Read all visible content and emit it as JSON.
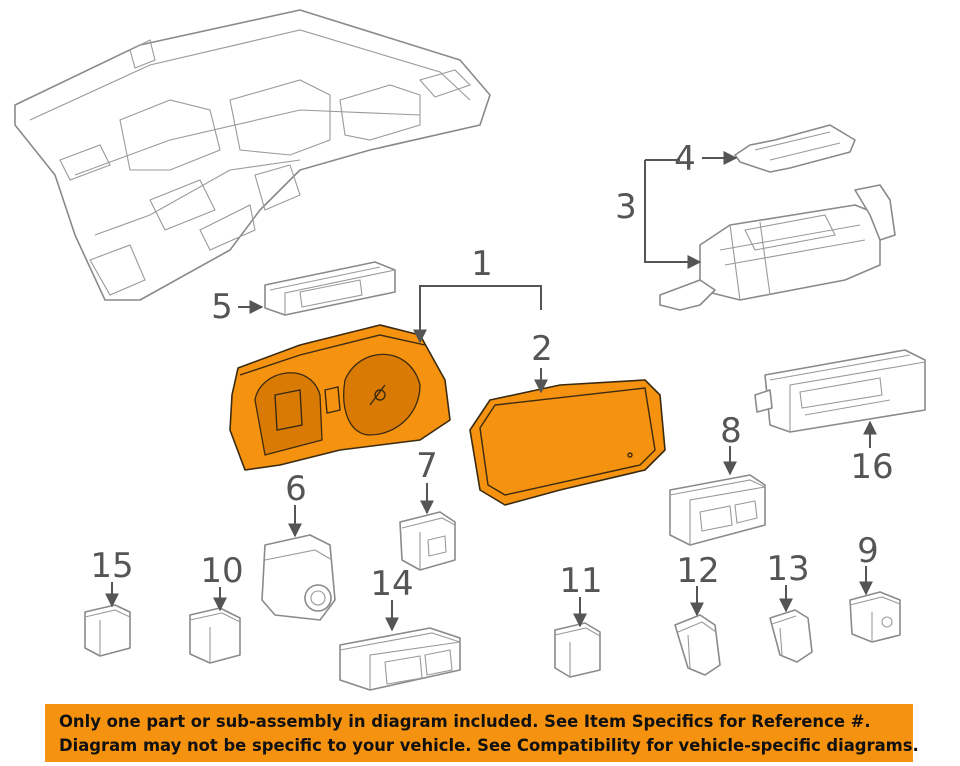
{
  "callouts": {
    "c1": "1",
    "c2": "2",
    "c3": "3",
    "c4": "4",
    "c5": "5",
    "c6": "6",
    "c7": "7",
    "c8": "8",
    "c9": "9",
    "c10": "10",
    "c11": "11",
    "c12": "12",
    "c13": "13",
    "c14": "14",
    "c15": "15",
    "c16": "16"
  },
  "highlight_color": "#f5920f",
  "disclaimer": {
    "line1": "Only one part or sub-assembly in diagram included. See Item Specifics for Reference #.",
    "line2": "Diagram may not be specific to your vehicle. See Compatibility for vehicle-specific diagrams."
  }
}
